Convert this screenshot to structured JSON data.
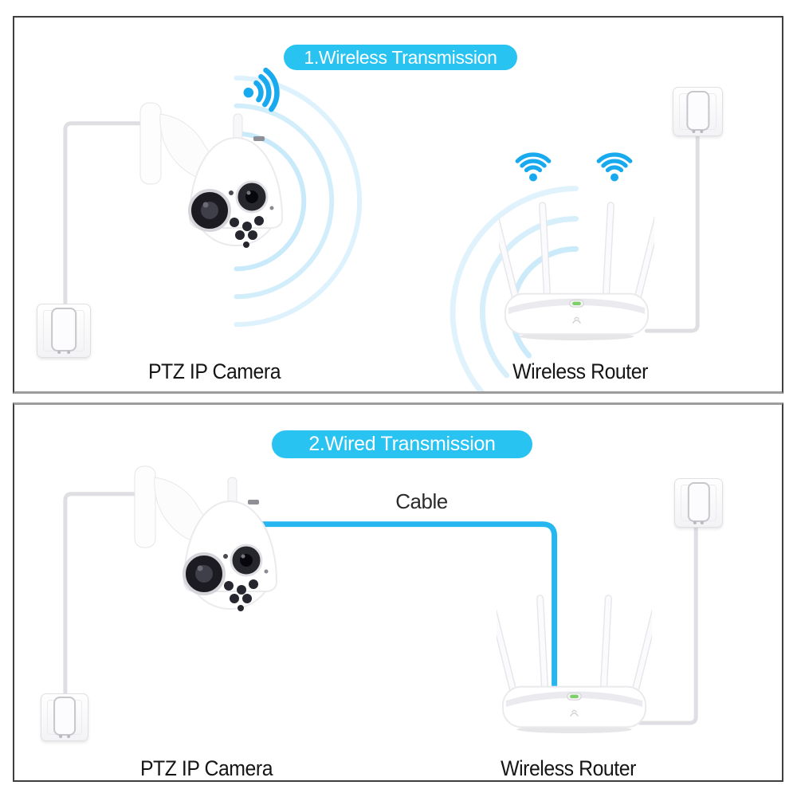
{
  "page": {
    "background": "#ffffff"
  },
  "colors": {
    "accent_cyan": "#29c3f2",
    "wifi_blue": "#18a9ef",
    "cable_blue": "#27b7f0",
    "ripple_blue": "#c6e9fa",
    "panel_border": "#3f3f3f",
    "panel_divider": "#9d9d9d",
    "label_text": "#151515",
    "router_led_green": "#7ed06a"
  },
  "panel_wireless": {
    "title": "1.Wireless Transmission",
    "camera_label": "PTZ IP Camera",
    "router_label": "Wireless Router"
  },
  "panel_wired": {
    "title": "2.Wired Transmission",
    "cable_label": "Cable",
    "camera_label": "PTZ IP Camera",
    "router_label": "Wireless Router"
  }
}
